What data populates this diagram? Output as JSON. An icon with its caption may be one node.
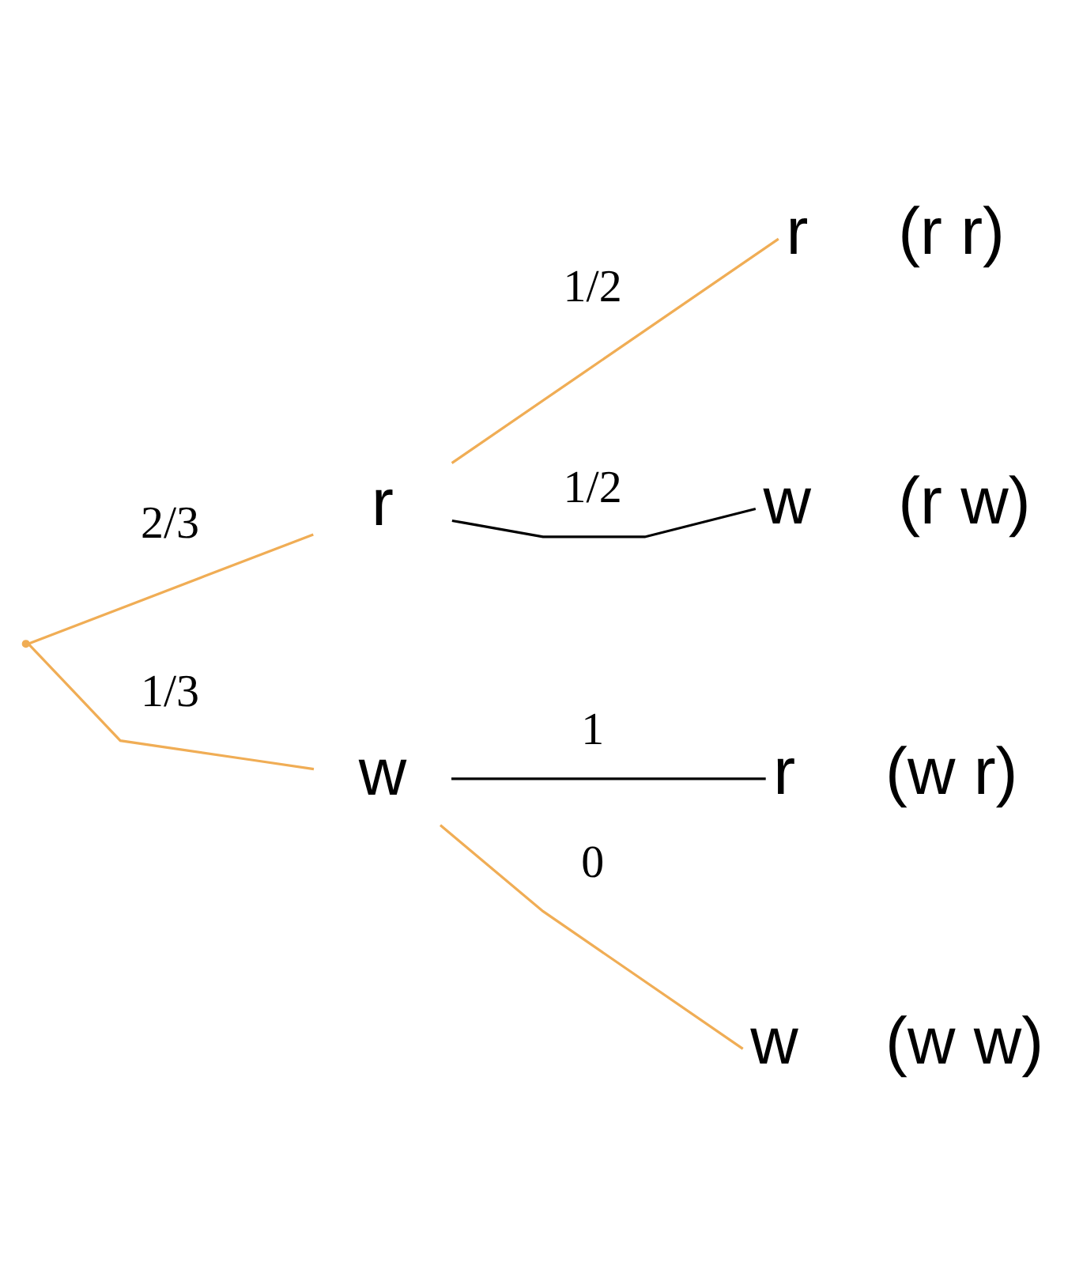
{
  "diagram": {
    "nodes": [
      {
        "text": [],
        "shape": "point"
      },
      {
        "text": [
          "r"
        ]
      },
      {
        "text": [
          "w"
        ]
      },
      {
        "text": [
          "r"
        ],
        "beside": [
          "(r r)"
        ]
      },
      {
        "text": [
          "w"
        ],
        "beside": [
          "(r w)"
        ]
      },
      {
        "text": [
          "r"
        ],
        "beside": [
          "(w r)"
        ]
      },
      {
        "text": [
          "w"
        ],
        "beside": [
          "(w w)"
        ]
      }
    ],
    "edges": [
      {
        "from": 0,
        "to": 1,
        "arrow": "none",
        "label": "2/3"
      },
      {
        "from": 0,
        "to": 2,
        "arrow": "none",
        "label": "1/3"
      },
      {
        "from": 1,
        "to": 3,
        "arrow": "none",
        "label": "1/2"
      },
      {
        "from": 1,
        "to": 4,
        "arrow": "none",
        "label": "1/2",
        "color": "#000000"
      },
      {
        "from": 2,
        "to": 5,
        "arrow": "none",
        "label": "1",
        "color": "#000000"
      },
      {
        "from": 2,
        "to": 6,
        "arrow": "none",
        "label": "0"
      }
    ]
  }
}
